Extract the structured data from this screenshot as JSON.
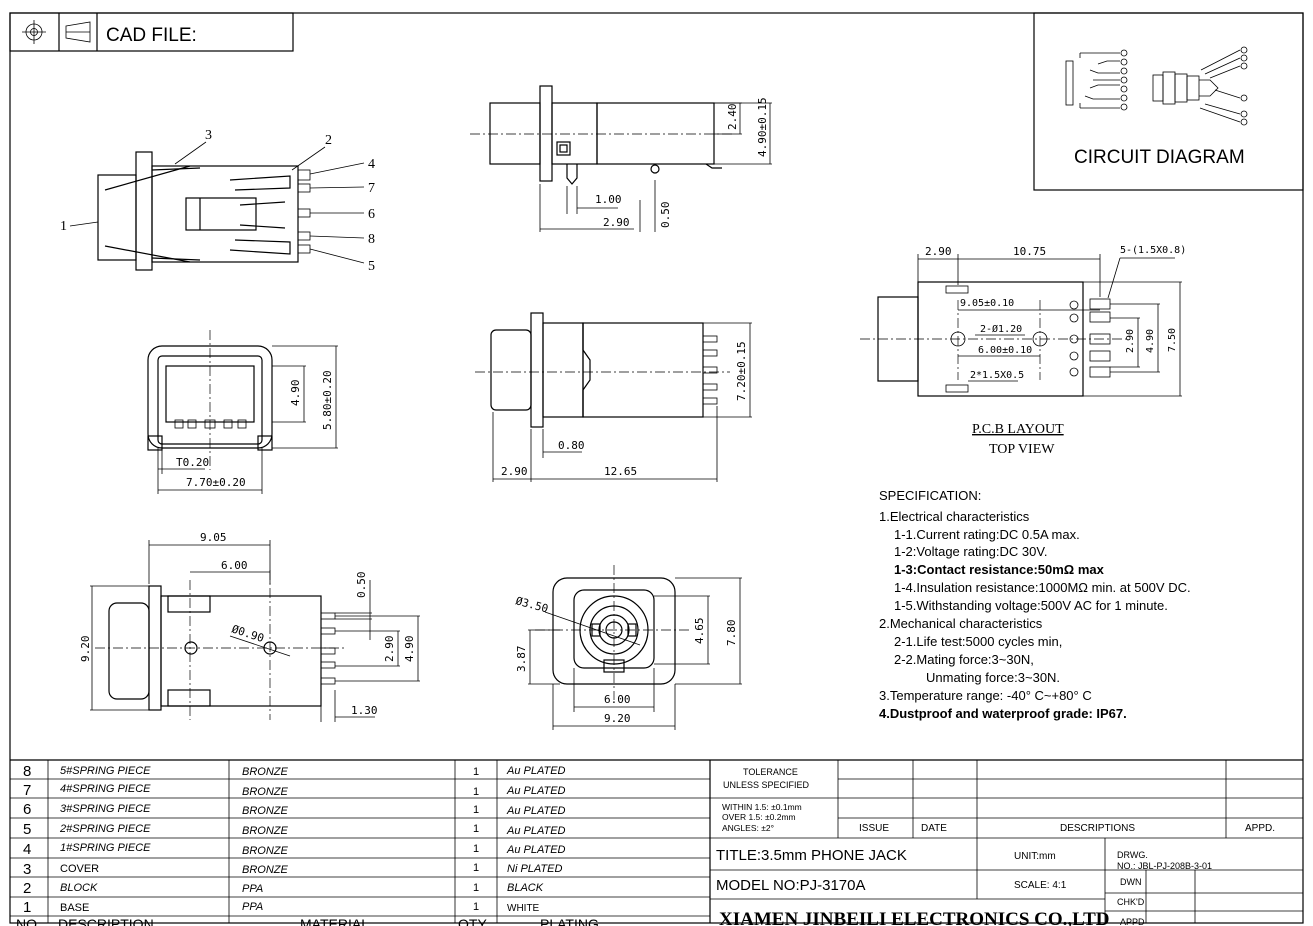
{
  "header": {
    "cad_label": "CAD FILE:"
  },
  "circuit": {
    "title": "CIRCUIT DIAGRAM"
  },
  "callouts": [
    "1",
    "2",
    "3",
    "4",
    "5",
    "6",
    "7",
    "8"
  ],
  "dimensions": {
    "side": [
      "2.40",
      "4.90±0.15",
      "1.00",
      "0.50",
      "2.90"
    ],
    "front": [
      "4.90",
      "5.80±0.20",
      "T0.20",
      "7.70±0.20"
    ],
    "top": [
      "7.20±0.15",
      "0.80",
      "2.90",
      "12.65"
    ],
    "bottom": [
      "9.05",
      "6.00",
      "Ø0.90",
      "0.50",
      "9.20",
      "2.90",
      "4.90",
      "1.30"
    ],
    "face": [
      "Ø3.50",
      "3.87",
      "4.65",
      "7.80",
      "6.00",
      "9.20"
    ],
    "pcb": [
      "2.90",
      "10.75",
      "5-(1.5X0.8)",
      "9.05±0.10",
      "2-Ø1.20",
      "6.00±0.10",
      "2.90",
      "4.90",
      "7.50",
      "2*1.5X0.5"
    ]
  },
  "pcb_layout": {
    "title": "P.C.B LAYOUT",
    "subtitle": "TOP VIEW"
  },
  "spec": {
    "heading": "SPECIFICATION:",
    "lines": [
      "1.Electrical characteristics",
      "1-1.Current rating:DC 0.5A max.",
      "1-2:Voltage rating:DC 30V.",
      "1-3:Contact resistance:50mΩ max",
      "1-4.Insulation resistance:1000MΩ min. at 500V DC.",
      "1-5.Withstanding voltage:500V AC for 1 minute.",
      "2.Mechanical characteristics",
      "2-1.Life test:5000 cycles min,",
      "2-2.Mating force:3~30N,",
      "Unmating force:3~30N.",
      "3.Temperature range: -40° C~+80° C",
      "4.Dustproof and waterproof grade: IP67."
    ]
  },
  "bom": {
    "rows": [
      {
        "no": "8",
        "desc": "5#SPRING PIECE",
        "mat": "BRONZE",
        "qty": "1",
        "plating": "Au PLATED"
      },
      {
        "no": "7",
        "desc": "4#SPRING PIECE",
        "mat": "BRONZE",
        "qty": "1",
        "plating": "Au PLATED"
      },
      {
        "no": "6",
        "desc": "3#SPRING PIECE",
        "mat": "BRONZE",
        "qty": "1",
        "plating": "Au PLATED"
      },
      {
        "no": "5",
        "desc": "2#SPRING PIECE",
        "mat": "BRONZE",
        "qty": "1",
        "plating": "Au PLATED"
      },
      {
        "no": "4",
        "desc": "1#SPRING PIECE",
        "mat": "BRONZE",
        "qty": "1",
        "plating": "Au PLATED"
      },
      {
        "no": "3",
        "desc": "COVER",
        "mat": "BRONZE",
        "qty": "1",
        "plating": "Ni PLATED"
      },
      {
        "no": "2",
        "desc": "BLOCK",
        "mat": "PPA",
        "qty": "1",
        "plating": "BLACK"
      },
      {
        "no": "1",
        "desc": "BASE",
        "mat": "PPA",
        "qty": "1",
        "plating": "WHITE"
      }
    ],
    "header": {
      "no": "NO",
      "desc": "DESCRIPTION",
      "mat": "MATERIAL",
      "qty": "QTY",
      "plating": "PLATING"
    }
  },
  "title_block": {
    "tolerance_1": "TOLERANCE",
    "tolerance_2": "UNLESS SPECIFIED",
    "within_1": "WITHIN 1.5: ±0.1mm",
    "within_2": "OVER 1.5: ±0.2mm",
    "within_3": "ANGLES: ±2°",
    "issue": "ISSUE",
    "date": "DATE",
    "descriptions": "DESCRIPTIONS",
    "appd": "APPD.",
    "title": "TITLE:3.5mm PHONE JACK",
    "unit": "UNIT:mm",
    "drwg_label": "DRWG.",
    "drwg_no": "NO.: JBL-PJ-208B-3-01",
    "model": "MODEL NO:PJ-3170A",
    "scale": "SCALE: 4:1",
    "dwn": "DWN",
    "chkd": "CHK'D",
    "appd_short": "APPD",
    "company": "XIAMEN JINBEILI ELECTRONICS CO.,LTD"
  }
}
